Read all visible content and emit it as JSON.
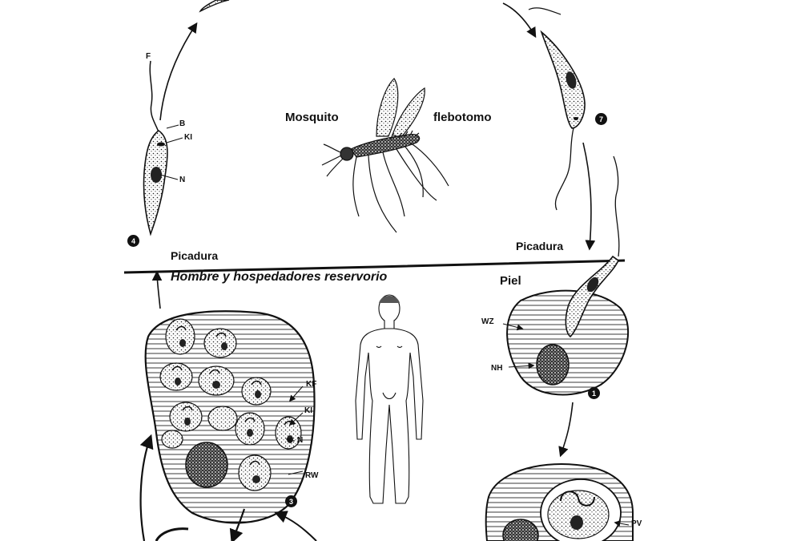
{
  "titles": {
    "mosquito": "Mosquito",
    "flebotomo": "flebotomo",
    "hombre": "Hombre y hospedadores reservorio",
    "piel": "Piel"
  },
  "bites": {
    "left": "Picadura",
    "right": "Picadura"
  },
  "labels": {
    "F": "F",
    "B": "B",
    "KI_top": "KI",
    "N_top": "N",
    "WZ": "WZ",
    "NH": "NH",
    "KF": "KF",
    "KI_cell": "KI",
    "N_cell": "N",
    "RW": "RW",
    "PV": "PV"
  },
  "steps": {
    "s1": "1",
    "s3": "3",
    "s4": "4",
    "s7": "7"
  }
}
